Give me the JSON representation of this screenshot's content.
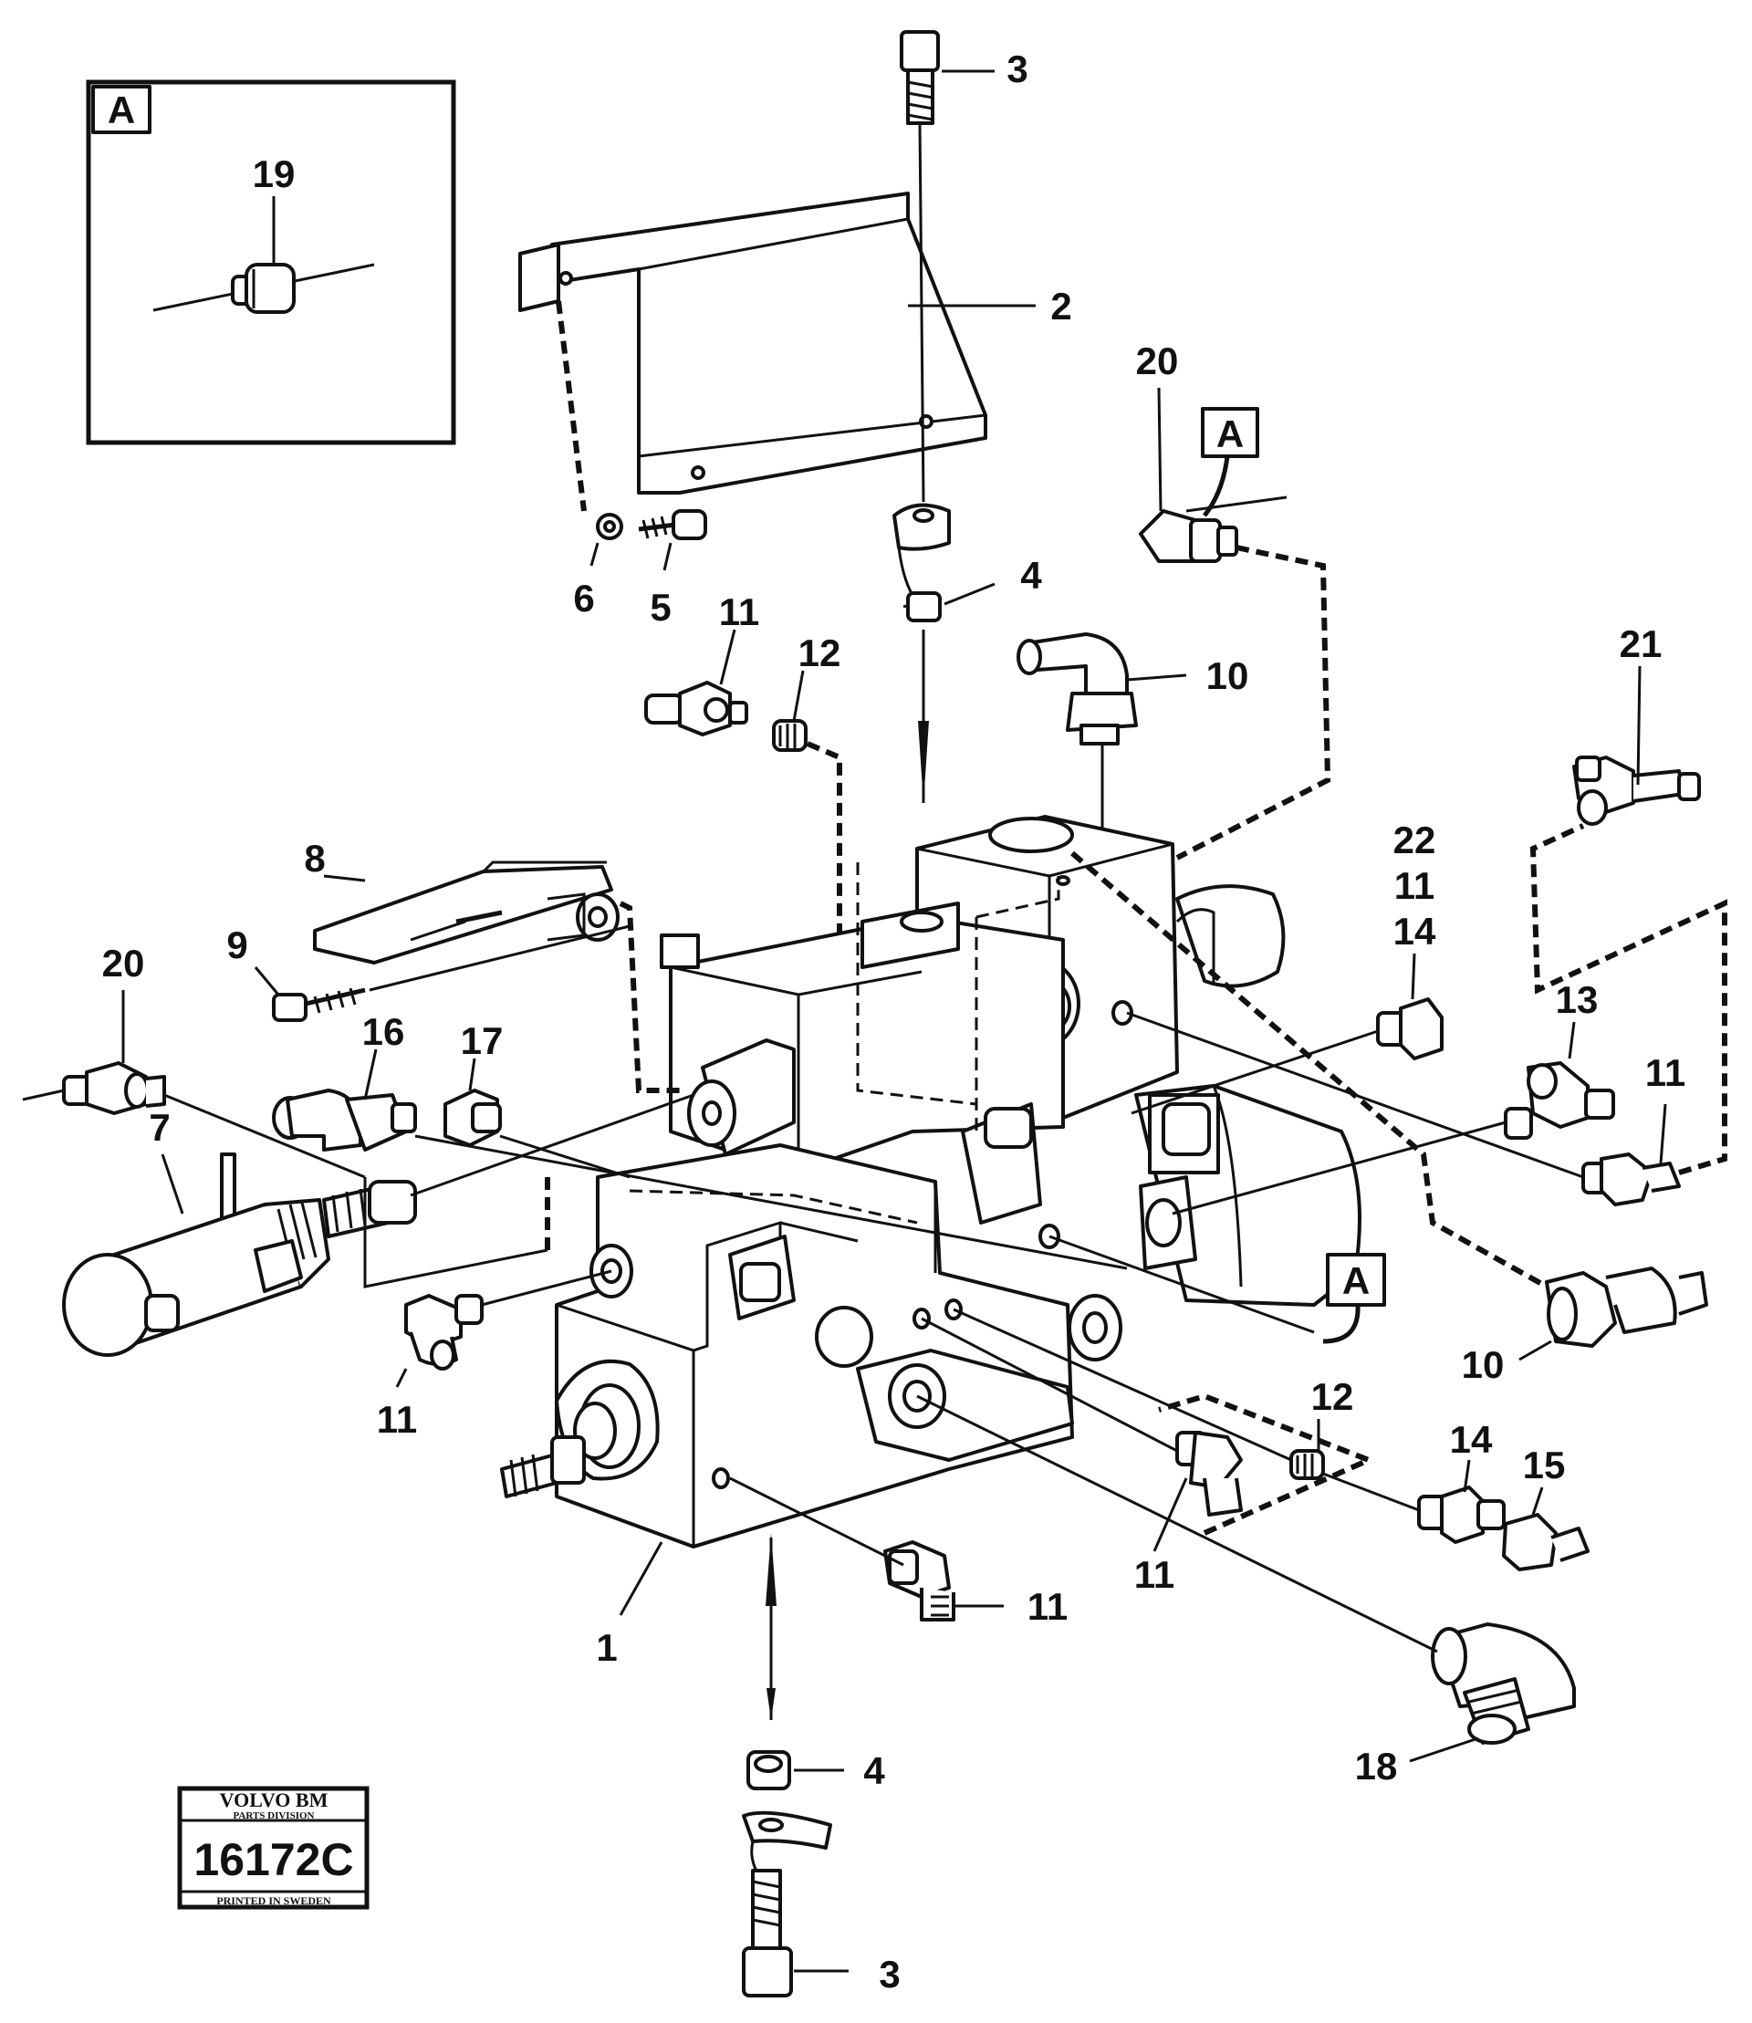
{
  "inset": {
    "ref_letter": "A",
    "item": "19"
  },
  "ref_markers": [
    "A",
    "A"
  ],
  "callouts": {
    "c1": "1",
    "c2": "2",
    "c3a": "3",
    "c3b": "3",
    "c4a": "4",
    "c4b": "4",
    "c5": "5",
    "c6": "6",
    "c7": "7",
    "c8": "8",
    "c9": "9",
    "c10a": "10",
    "c10b": "10",
    "c11a": "11",
    "c11b": "11",
    "c11c": "11",
    "c11d": "11",
    "c11e": "11",
    "c11f": "11",
    "c12a": "12",
    "c12b": "12",
    "c13": "13",
    "c14a": "14",
    "c14b": "14",
    "c15": "15",
    "c16": "16",
    "c17": "17",
    "c18": "18",
    "c20a": "20",
    "c20b": "20",
    "c21": "21",
    "c22": "22"
  },
  "stamp": {
    "brand": "VOLVO BM",
    "division": "PARTS DIVISION",
    "code": "16172C",
    "printed": "PRINTED IN SWEDEN"
  }
}
